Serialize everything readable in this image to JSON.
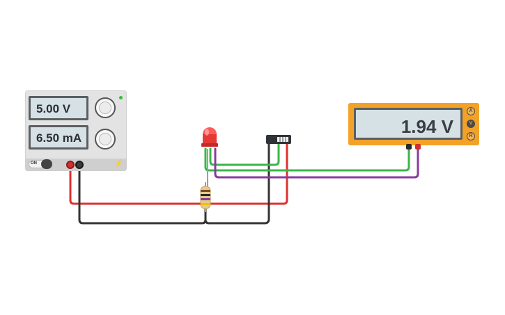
{
  "power_supply": {
    "voltage_display": "5.00 V",
    "current_display": "6.50 mA",
    "power_switch_label": "ON"
  },
  "multimeter": {
    "display": "1.94 V",
    "modes": [
      "A",
      "V",
      "R"
    ],
    "active_mode": "V"
  },
  "colors": {
    "wire_red": "#e03030",
    "wire_black": "#333333",
    "wire_green": "#3bb54a",
    "wire_purple": "#8a3b9e",
    "multimeter_body": "#f2a227",
    "led": "#e53935"
  }
}
